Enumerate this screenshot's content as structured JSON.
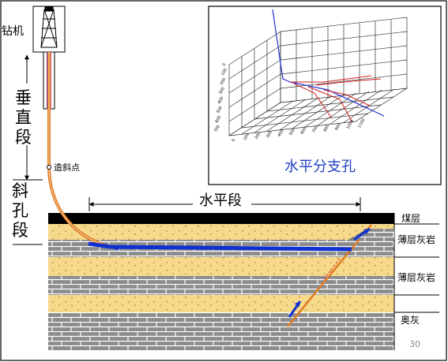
{
  "labels": {
    "rig": "钻机",
    "kickoff_point": "造斜点",
    "vertical_section": [
      "垂",
      "直",
      "段"
    ],
    "inclined_section": [
      "斜",
      "孔",
      "段"
    ],
    "horizontal_section": "水平段",
    "coal_seam": "煤层",
    "thin_limestone_upper": "薄层灰岩",
    "thin_limestone_lower": "薄层灰岩",
    "ordovician_limestone": "奥灰",
    "inset_title": "水平分支孔",
    "page_number": "30"
  },
  "inset_axes": {
    "y_ticks": [
      "0",
      "100",
      "200",
      "300",
      "400",
      "500",
      "600",
      "700"
    ],
    "x_ticks": [
      "0",
      "100",
      "200",
      "300",
      "400",
      "500",
      "600",
      "700",
      "800",
      "900",
      "1000",
      "1100"
    ]
  },
  "colors": {
    "coal": "#000000",
    "sand": "#f6d98a",
    "brick": "#8c8c8c",
    "mortar": "#ffffff",
    "well_blue": "#1030d0",
    "well_orange": "#e07a20",
    "inset_title": "#1f3fc0",
    "branch_red": "#d02020",
    "branch_blue": "#2030d0"
  }
}
